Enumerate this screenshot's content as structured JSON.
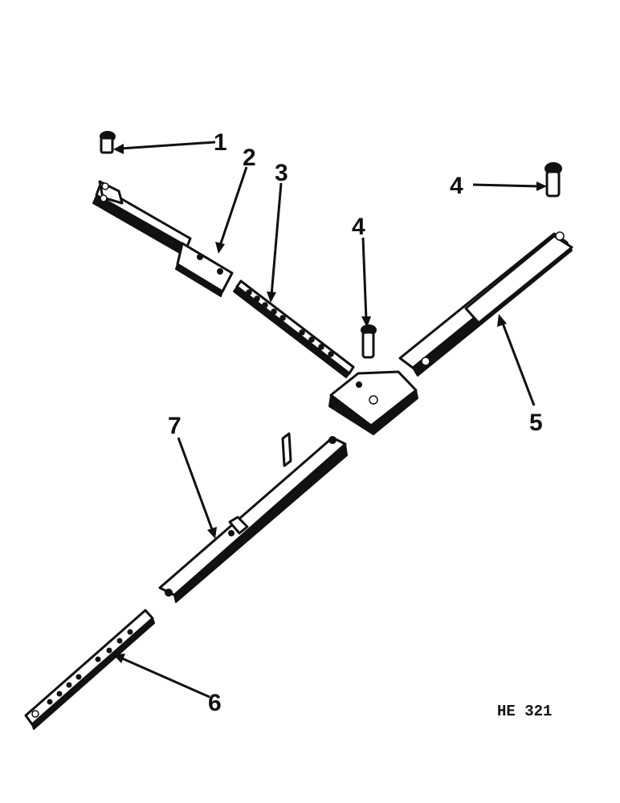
{
  "diagram": {
    "figure_id": "HE 321",
    "callouts": [
      "1",
      "2",
      "3",
      "4",
      "4",
      "5",
      "6",
      "7"
    ]
  },
  "colors": {
    "ink": "#111111",
    "paper": "#ffffff"
  }
}
